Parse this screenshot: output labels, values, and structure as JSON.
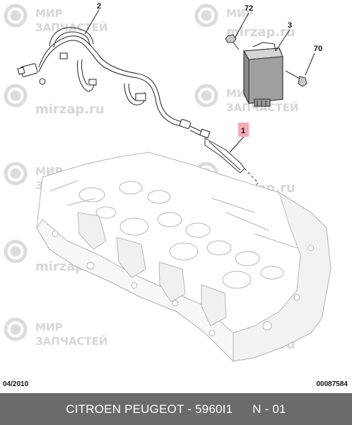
{
  "watermark": {
    "brand": "mirzap.ru",
    "line1": "МИР",
    "line2": "ЗАПЧАСТЕЙ"
  },
  "callouts": {
    "c1": "1",
    "c2": "2",
    "c3": "3",
    "c70": "70",
    "c72": "72"
  },
  "footer": {
    "date": "04/2010",
    "doc_number": "00087584",
    "title": "CITROEN PEUGEOT - 5960I1",
    "sheet": "N - 01"
  },
  "colors": {
    "highlight": "#f3aab1",
    "bar": "#6b6b6b",
    "watermark": "#d7d7d7"
  }
}
